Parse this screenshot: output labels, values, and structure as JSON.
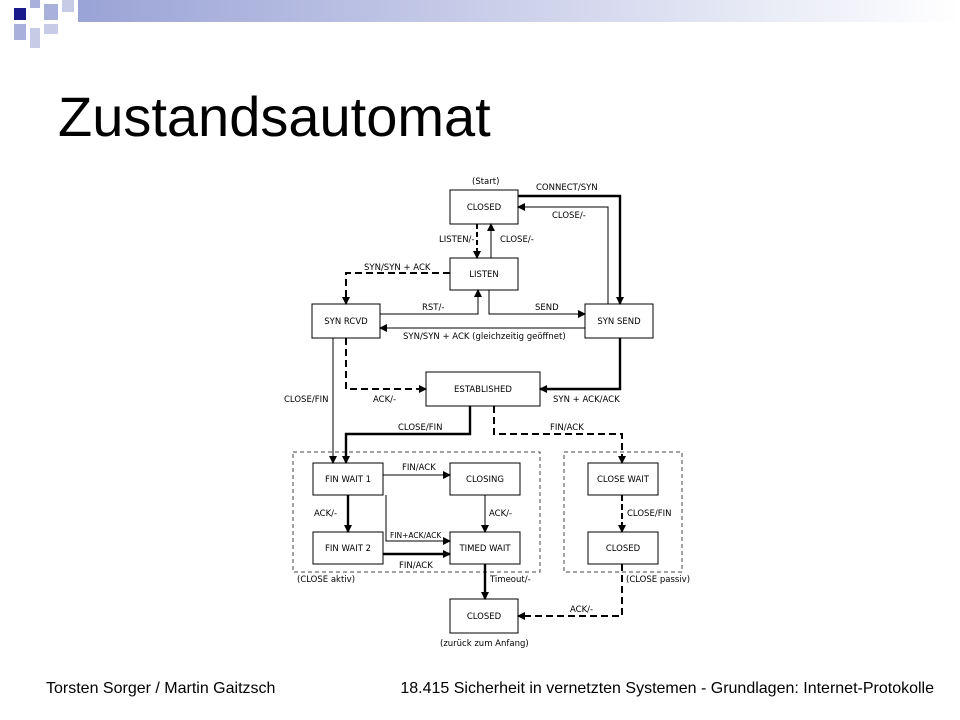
{
  "slide": {
    "title": "Zustandsautomat",
    "footer_left": "Torsten Sorger / Martin Gaitzsch",
    "footer_right": "18.415 Sicherheit in vernetzten Systemen - Grundlagen: Internet-Protokolle",
    "accent_color": "#1a1a8c",
    "banner_light": "#c7cce6"
  },
  "diagram": {
    "states": {
      "closed": "CLOSED",
      "listen": "LISTEN",
      "syn_rcvd": "SYN RCVD",
      "syn_send": "SYN SEND",
      "established": "ESTABLISHED",
      "fin_wait_1": "FIN WAIT 1",
      "closing": "CLOSING",
      "fin_wait_2": "FIN WAIT 2",
      "timed_wait": "TIMED WAIT",
      "close_wait": "CLOSE WAIT",
      "closed_passive": "CLOSED",
      "closed_final": "CLOSED"
    },
    "labels": {
      "start": "(Start)",
      "connect_syn": "CONNECT/SYN",
      "close_dash_1": "CLOSE/-",
      "listen_dash": "LISTEN/-",
      "close_dash_2": "CLOSE/-",
      "syn_syn_ack": "SYN/SYN + ACK",
      "rst_dash": "RST/-",
      "send": "SEND",
      "syn_syn_ack_simul": "SYN/SYN + ACK (gleichzeitig geöffnet)",
      "close_fin_1": "CLOSE/FIN",
      "ack_dash_1": "ACK/-",
      "syn_ack_ack": "SYN + ACK/ACK",
      "close_fin_2": "CLOSE/FIN",
      "fin_ack_1": "FIN/ACK",
      "fin_ack_2": "FIN/ACK",
      "ack_dash_2": "ACK/-",
      "ack_dash_3": "ACK/-",
      "fin_ack_ack": "FIN+ACK/ACK",
      "fin_ack_3": "FIN/ACK",
      "close_fin_3": "CLOSE/FIN",
      "close_aktiv": "(CLOSE aktiv)",
      "timeout": "Timeout/-",
      "close_passiv": "(CLOSE passiv)",
      "ack_dash_4": "ACK/-",
      "back_to_start": "(zurück zum Anfang)"
    }
  }
}
